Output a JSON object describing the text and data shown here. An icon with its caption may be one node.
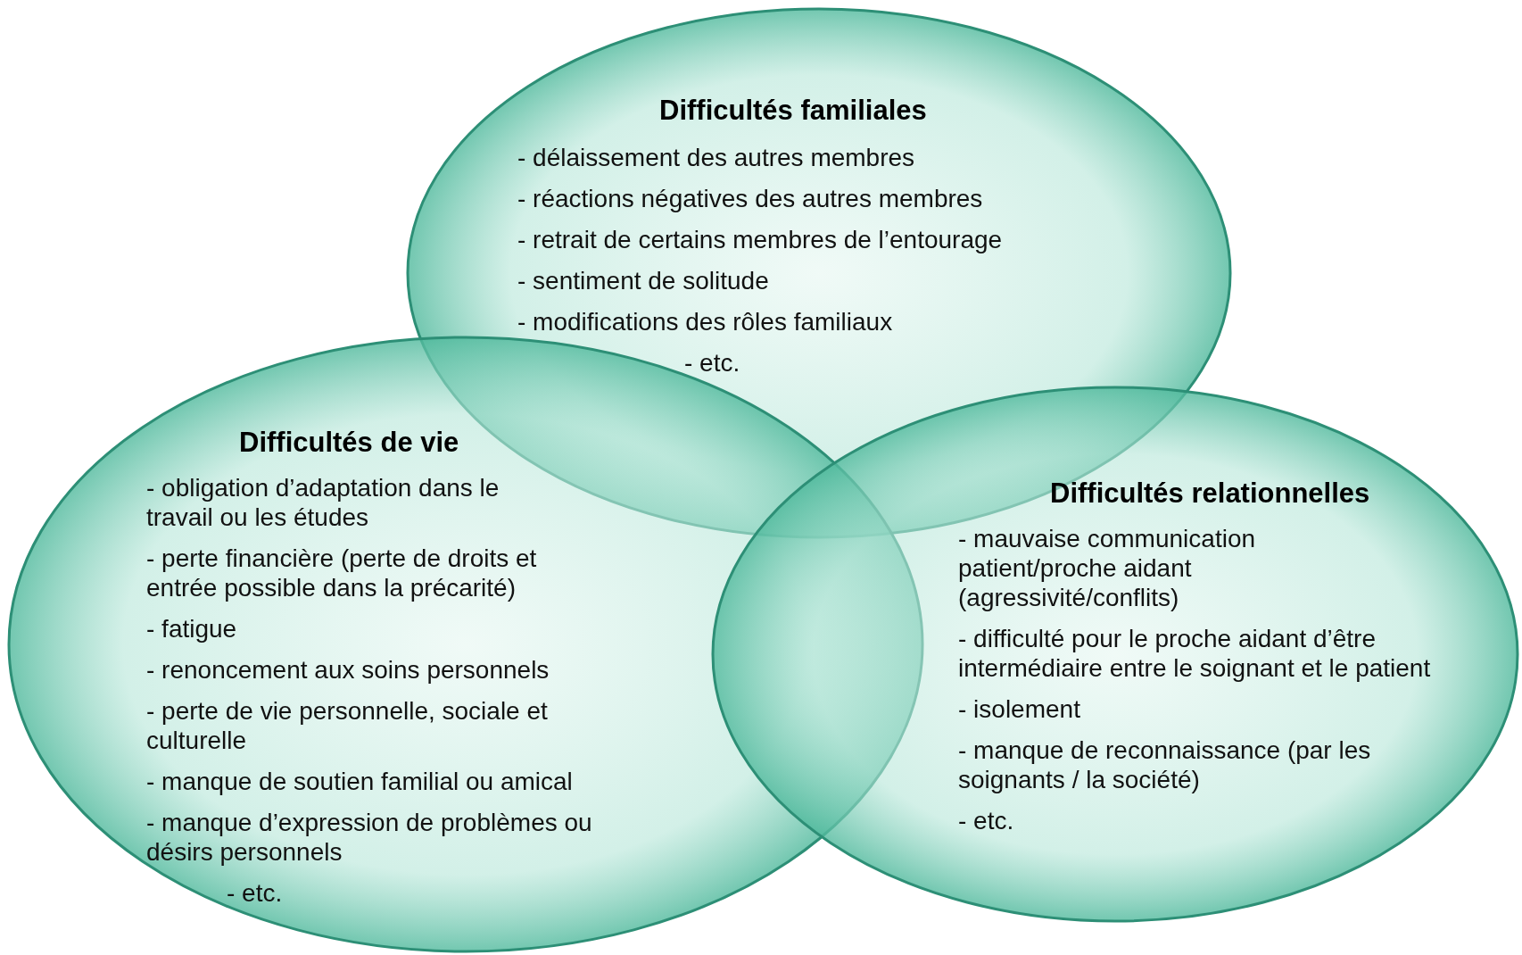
{
  "diagram": {
    "nodes": [
      {
        "text": [
          "Difficultés familiales",
          "- délaissement des autres membres",
          "- réactions négatives des autres membres",
          "- retrait de certains membres de l’entourage",
          "- sentiment de solitude",
          "- modifications des rôles familiaux",
          "- etc."
        ]
      },
      {
        "text": [
          "Difficultés de vie",
          "- obligation d’adaptation dans le travail ou les études",
          "- perte financière (perte de droits et entrée possible dans la précarité)",
          "- fatigue",
          "- renoncement aux soins personnels",
          "- perte de vie personnelle, sociale et culturelle",
          "- manque de soutien familial ou amical",
          "- manque d’expression de problèmes ou désirs personnels",
          "- etc."
        ]
      },
      {
        "text": [
          "Difficultés relationnelles",
          "- mauvaise communication patient/proche aidant (agressivité/conflits)",
          "- difficulté pour le proche aidant d’être intermédiaire entre le soignant et le patient",
          "- isolement",
          "- manque de reconnaissance (par les soignants / la société)",
          "- etc."
        ]
      }
    ]
  }
}
